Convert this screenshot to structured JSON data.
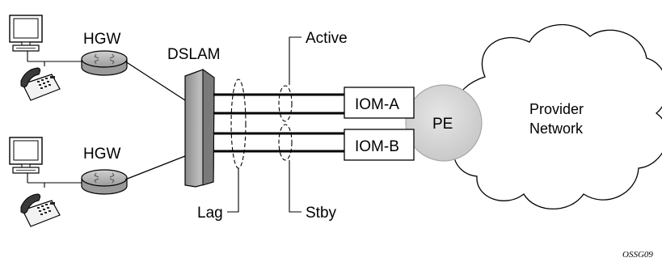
{
  "labels": {
    "hgw_top": "HGW",
    "hgw_bottom": "HGW",
    "dslam": "DSLAM",
    "active": "Active",
    "stby": "Stby",
    "lag": "Lag",
    "iom_a": "IOM-A",
    "iom_b": "IOM-B",
    "pe": "PE",
    "provider_line1": "Provider",
    "provider_line2": "Network",
    "figure_id": "OSSG09"
  },
  "icons": {
    "computer": "computer-icon",
    "phone": "phone-icon",
    "router": "router-icon",
    "dslam": "dslam-chassis-icon",
    "cloud": "cloud-icon"
  },
  "colors": {
    "stroke": "#000000",
    "dslam_fill": "#a6a6a6",
    "router_fill": "#b5b5b5",
    "pe_fill": "#d4d4d4",
    "box_fill": "#ffffff"
  }
}
